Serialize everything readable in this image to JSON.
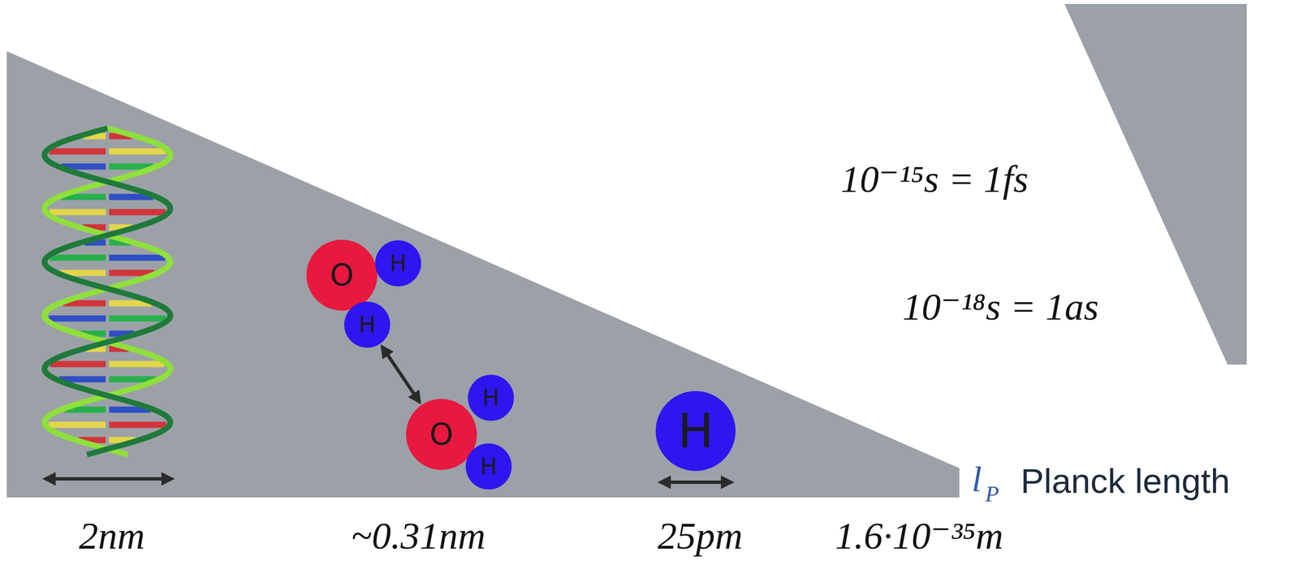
{
  "diagram": {
    "nodes": [
      {
        "text": [
          "O"
        ]
      },
      {
        "text": [
          "H"
        ]
      },
      {
        "text": [
          "H"
        ]
      },
      {
        "text": [
          "O"
        ]
      },
      {
        "text": [
          "H"
        ]
      },
      {
        "text": [
          "H"
        ]
      },
      {
        "text": [
          "H"
        ]
      }
    ],
    "edges": [
      {
        "from": 2,
        "to": 3,
        "arrow": "both"
      }
    ],
    "labels": [
      "10⁻¹⁵s = 1fs",
      "10⁻¹⁸s = 1as",
      "2nm",
      "~0.31nm",
      "25pm",
      "l",
      "P",
      "Planck length",
      "1.6·10⁻³⁵m"
    ]
  }
}
